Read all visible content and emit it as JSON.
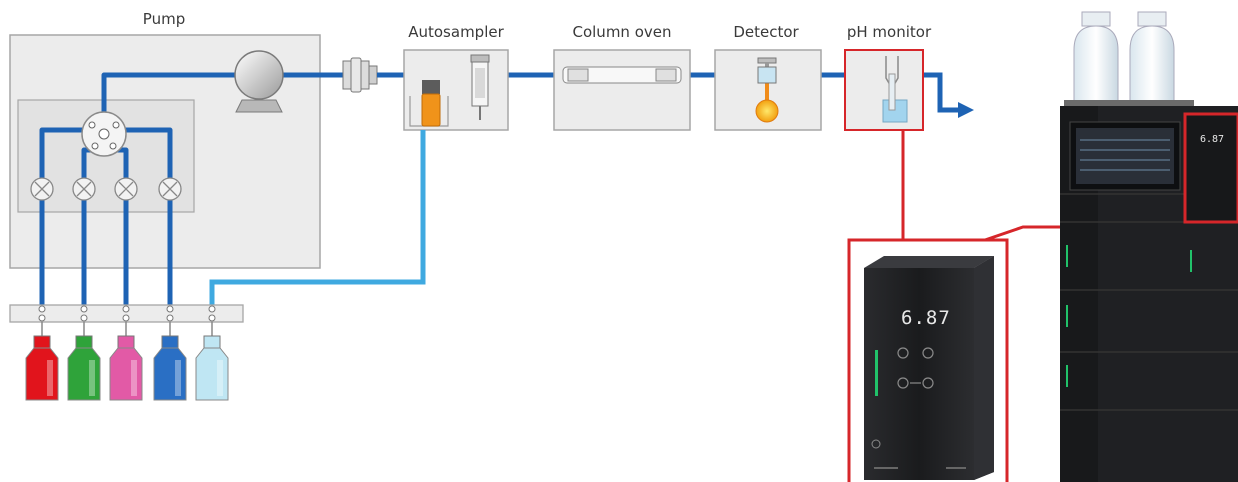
{
  "labels": {
    "pump": "Pump",
    "autosampler": "Autosampler",
    "column_oven": "Column oven",
    "detector": "Detector",
    "ph_monitor": "pH monitor"
  },
  "ph_display": {
    "value": "6.87"
  },
  "colors": {
    "flow_line": "#1e63b4",
    "sample_line": "#3fa9e0",
    "detector_line": "#f08c1a",
    "highlight": "#d6262a",
    "module_fill": "#ececec",
    "module_border": "#9a9a9a"
  },
  "solvent_bottles": [
    {
      "color": "#e1141c"
    },
    {
      "color": "#2fa33a"
    },
    {
      "color": "#e25aa6"
    },
    {
      "color": "#2a6fc4"
    },
    {
      "color": "#bfe6f3"
    }
  ]
}
